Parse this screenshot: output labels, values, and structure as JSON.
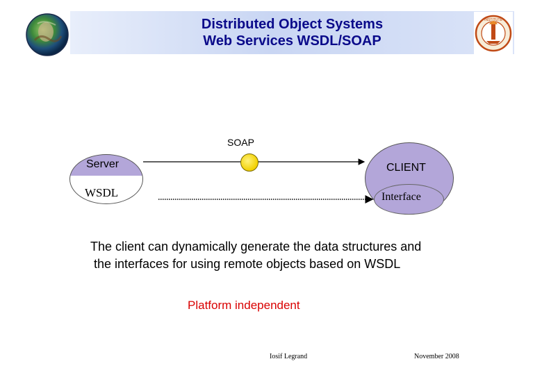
{
  "header": {
    "title_line1": "Distributed Object Systems",
    "title_line2": "Web Services  WSDL/SOAP",
    "left_logo_icon": "globe-portrait-logo",
    "right_logo_icon": "caltech-seal-logo"
  },
  "diagram": {
    "soap_label": "SOAP",
    "server_label": "Server",
    "wsdl_label": "WSDL",
    "client_label": "CLIENT",
    "interface_label": "Interface",
    "node_color": "#b3a6d9",
    "soap_ball_color": "#f2d000"
  },
  "body": {
    "description_line1": "The client can dynamically generate the data structures and",
    "description_line2": "the interfaces for using remote objects based on WSDL",
    "platform_text": "Platform independent",
    "platform_color": "#d90000"
  },
  "footer": {
    "author": "Iosif Legrand",
    "date": "November  2008"
  }
}
